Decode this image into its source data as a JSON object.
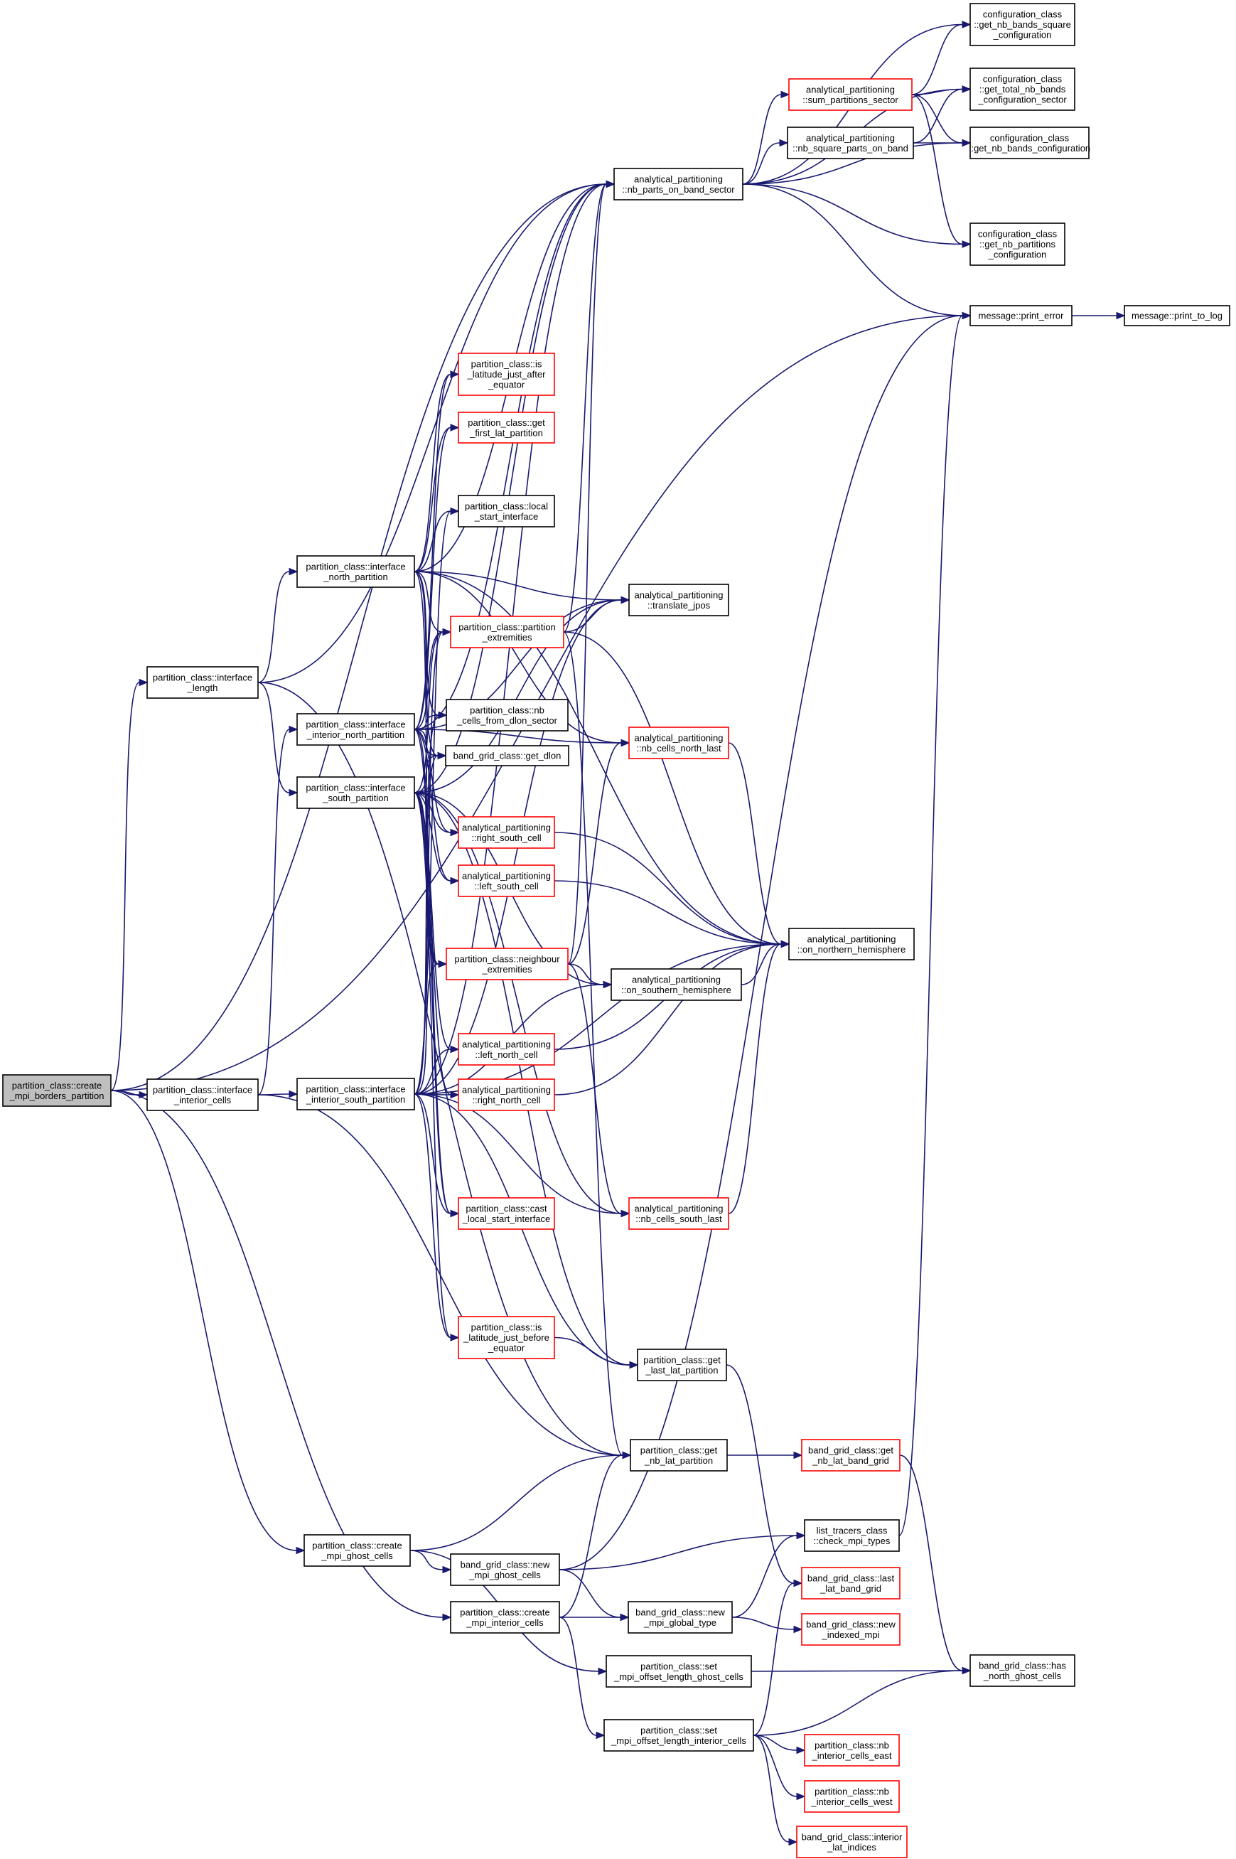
{
  "colors": {
    "edge": "#191970",
    "border_default": "#000000",
    "border_truncated": "#ff0000",
    "fill_default": "#ffffff",
    "fill_root": "#bfbfbf"
  },
  "nodes": [
    {
      "id": "create_mpi_borders_partition",
      "style": "root",
      "lines": [
        "partition_class::create",
        "_mpi_borders_partition"
      ]
    },
    {
      "id": "interface_length",
      "style": "default",
      "lines": [
        "partition_class::interface",
        "_length"
      ]
    },
    {
      "id": "interface_interior_cells",
      "style": "default",
      "lines": [
        "partition_class::interface",
        "_interior_cells"
      ]
    },
    {
      "id": "create_mpi_ghost_cells",
      "style": "default",
      "lines": [
        "partition_class::create",
        "_mpi_ghost_cells"
      ]
    },
    {
      "id": "interface_north_partition",
      "style": "default",
      "lines": [
        "partition_class::interface",
        "_north_partition"
      ]
    },
    {
      "id": "interface_interior_north_partition",
      "style": "default",
      "lines": [
        "partition_class::interface",
        "_interior_north_partition"
      ]
    },
    {
      "id": "interface_south_partition",
      "style": "default",
      "lines": [
        "partition_class::interface",
        "_south_partition"
      ]
    },
    {
      "id": "interface_interior_south_partition",
      "style": "default",
      "lines": [
        "partition_class::interface",
        "_interior_south_partition"
      ]
    },
    {
      "id": "new_mpi_ghost_cells",
      "style": "default",
      "lines": [
        "band_grid_class::new",
        "_mpi_ghost_cells"
      ]
    },
    {
      "id": "create_mpi_interior_cells",
      "style": "default",
      "lines": [
        "partition_class::create",
        "_mpi_interior_cells"
      ]
    },
    {
      "id": "is_latitude_just_after_equator",
      "style": "truncated",
      "lines": [
        "partition_class::is",
        "_latitude_just_after",
        "_equator"
      ]
    },
    {
      "id": "get_first_lat_partition",
      "style": "truncated",
      "lines": [
        "partition_class::get",
        "_first_lat_partition"
      ]
    },
    {
      "id": "local_start_interface",
      "style": "default",
      "lines": [
        "partition_class::local",
        "_start_interface"
      ]
    },
    {
      "id": "partition_extremities",
      "style": "truncated",
      "lines": [
        "partition_class::partition",
        "_extremities"
      ]
    },
    {
      "id": "nb_cells_from_dlon_sector",
      "style": "default",
      "lines": [
        "partition_class::nb",
        "_cells_from_dlon_sector"
      ]
    },
    {
      "id": "get_dlon",
      "style": "default",
      "lines": [
        "band_grid_class::get_dlon"
      ]
    },
    {
      "id": "right_south_cell",
      "style": "truncated",
      "lines": [
        "analytical_partitioning",
        "::right_south_cell"
      ]
    },
    {
      "id": "left_south_cell",
      "style": "truncated",
      "lines": [
        "analytical_partitioning",
        "::left_south_cell"
      ]
    },
    {
      "id": "neighbour_extremities",
      "style": "truncated",
      "lines": [
        "partition_class::neighbour",
        "_extremities"
      ]
    },
    {
      "id": "left_north_cell",
      "style": "truncated",
      "lines": [
        "analytical_partitioning",
        "::left_north_cell"
      ]
    },
    {
      "id": "right_north_cell",
      "style": "truncated",
      "lines": [
        "analytical_partitioning",
        "::right_north_cell"
      ]
    },
    {
      "id": "cast_local_start_interface",
      "style": "truncated",
      "lines": [
        "partition_class::cast",
        "_local_start_interface"
      ]
    },
    {
      "id": "is_latitude_just_before_equator",
      "style": "truncated",
      "lines": [
        "partition_class::is",
        "_latitude_just_before",
        "_equator"
      ]
    },
    {
      "id": "nb_parts_on_band_sector",
      "style": "default",
      "lines": [
        "analytical_partitioning",
        "::nb_parts_on_band_sector"
      ]
    },
    {
      "id": "translate_jpos",
      "style": "default",
      "lines": [
        "analytical_partitioning",
        "::translate_jpos"
      ]
    },
    {
      "id": "nb_cells_north_last",
      "style": "truncated",
      "lines": [
        "analytical_partitioning",
        "::nb_cells_north_last"
      ]
    },
    {
      "id": "on_southern_hemisphere",
      "style": "default",
      "lines": [
        "analytical_partitioning",
        "::on_southern_hemisphere"
      ]
    },
    {
      "id": "nb_cells_south_last",
      "style": "truncated",
      "lines": [
        "analytical_partitioning",
        "::nb_cells_south_last"
      ]
    },
    {
      "id": "get_last_lat_partition",
      "style": "default",
      "lines": [
        "partition_class::get",
        "_last_lat_partition"
      ]
    },
    {
      "id": "get_nb_lat_partition",
      "style": "default",
      "lines": [
        "partition_class::get",
        "_nb_lat_partition"
      ]
    },
    {
      "id": "new_mpi_global_type",
      "style": "default",
      "lines": [
        "band_grid_class::new",
        "_mpi_global_type"
      ]
    },
    {
      "id": "set_mpi_offset_length_ghost_cells",
      "style": "default",
      "lines": [
        "partition_class::set",
        "_mpi_offset_length_ghost_cells"
      ]
    },
    {
      "id": "set_mpi_offset_length_interior_cells",
      "style": "default",
      "lines": [
        "partition_class::set",
        "_mpi_offset_length_interior_cells"
      ]
    },
    {
      "id": "sum_partitions_sector",
      "style": "truncated",
      "lines": [
        "analytical_partitioning",
        "::sum_partitions_sector"
      ]
    },
    {
      "id": "nb_square_parts_on_band",
      "style": "default",
      "lines": [
        "analytical_partitioning",
        "::nb_square_parts_on_band"
      ]
    },
    {
      "id": "on_northern_hemisphere",
      "style": "default",
      "lines": [
        "analytical_partitioning",
        "::on_northern_hemisphere"
      ]
    },
    {
      "id": "get_nb_lat_band_grid",
      "style": "truncated",
      "lines": [
        "band_grid_class::get",
        "_nb_lat_band_grid"
      ]
    },
    {
      "id": "check_mpi_types",
      "style": "default",
      "lines": [
        "list_tracers_class",
        "::check_mpi_types"
      ]
    },
    {
      "id": "last_lat_band_grid",
      "style": "truncated",
      "lines": [
        "band_grid_class::last",
        "_lat_band_grid"
      ]
    },
    {
      "id": "new_indexed_mpi",
      "style": "truncated",
      "lines": [
        "band_grid_class::new",
        "_indexed_mpi"
      ]
    },
    {
      "id": "nb_interior_cells_east",
      "style": "truncated",
      "lines": [
        "partition_class::nb",
        "_interior_cells_east"
      ]
    },
    {
      "id": "nb_interior_cells_west",
      "style": "truncated",
      "lines": [
        "partition_class::nb",
        "_interior_cells_west"
      ]
    },
    {
      "id": "interior_lat_indices",
      "style": "truncated",
      "lines": [
        "band_grid_class::interior",
        "_lat_indices"
      ]
    },
    {
      "id": "get_nb_bands_square_configuration",
      "style": "default",
      "lines": [
        "configuration_class",
        "::get_nb_bands_square",
        "_configuration"
      ]
    },
    {
      "id": "get_total_nb_bands_configuration_sector",
      "style": "default",
      "lines": [
        "configuration_class",
        "::get_total_nb_bands",
        "_configuration_sector"
      ]
    },
    {
      "id": "get_nb_bands_configuration",
      "style": "default",
      "lines": [
        "configuration_class",
        "::get_nb_bands_configuration"
      ]
    },
    {
      "id": "get_nb_partitions_configuration",
      "style": "default",
      "lines": [
        "configuration_class",
        "::get_nb_partitions",
        "_configuration"
      ]
    },
    {
      "id": "print_error",
      "style": "default",
      "lines": [
        "message::print_error"
      ]
    },
    {
      "id": "print_to_log",
      "style": "default",
      "lines": [
        "message::print_to_log"
      ]
    },
    {
      "id": "has_north_ghost_cells",
      "style": "default",
      "lines": [
        "band_grid_class::has",
        "_north_ghost_cells"
      ]
    }
  ],
  "edges": [
    [
      "create_mpi_borders_partition",
      "interface_length"
    ],
    [
      "create_mpi_borders_partition",
      "interface_interior_cells"
    ],
    [
      "create_mpi_borders_partition",
      "create_mpi_ghost_cells"
    ],
    [
      "create_mpi_borders_partition",
      "create_mpi_interior_cells"
    ],
    [
      "create_mpi_borders_partition",
      "nb_parts_on_band_sector"
    ],
    [
      "create_mpi_borders_partition",
      "print_error"
    ],
    [
      "interface_length",
      "interface_north_partition"
    ],
    [
      "interface_length",
      "interface_south_partition"
    ],
    [
      "interface_length",
      "nb_parts_on_band_sector"
    ],
    [
      "interface_length",
      "get_nb_lat_partition"
    ],
    [
      "interface_interior_cells",
      "interface_interior_north_partition"
    ],
    [
      "interface_interior_cells",
      "interface_interior_south_partition"
    ],
    [
      "interface_interior_cells",
      "get_nb_lat_partition"
    ],
    [
      "interface_north_partition",
      "nb_parts_on_band_sector"
    ],
    [
      "interface_north_partition",
      "is_latitude_just_after_equator"
    ],
    [
      "interface_north_partition",
      "get_first_lat_partition"
    ],
    [
      "interface_north_partition",
      "local_start_interface"
    ],
    [
      "interface_north_partition",
      "translate_jpos"
    ],
    [
      "interface_north_partition",
      "partition_extremities"
    ],
    [
      "interface_north_partition",
      "nb_cells_from_dlon_sector"
    ],
    [
      "interface_north_partition",
      "get_dlon"
    ],
    [
      "interface_north_partition",
      "nb_cells_north_last"
    ],
    [
      "interface_north_partition",
      "neighbour_extremities"
    ],
    [
      "interface_north_partition",
      "on_northern_hemisphere"
    ],
    [
      "interface_interior_north_partition",
      "nb_parts_on_band_sector"
    ],
    [
      "interface_interior_north_partition",
      "get_first_lat_partition"
    ],
    [
      "interface_interior_north_partition",
      "is_latitude_just_after_equator"
    ],
    [
      "interface_interior_north_partition",
      "translate_jpos"
    ],
    [
      "interface_interior_north_partition",
      "partition_extremities"
    ],
    [
      "interface_interior_north_partition",
      "nb_cells_from_dlon_sector"
    ],
    [
      "interface_interior_north_partition",
      "get_dlon"
    ],
    [
      "interface_interior_north_partition",
      "nb_cells_north_last"
    ],
    [
      "interface_interior_north_partition",
      "right_south_cell"
    ],
    [
      "interface_interior_north_partition",
      "left_south_cell"
    ],
    [
      "interface_interior_north_partition",
      "neighbour_extremities"
    ],
    [
      "interface_interior_north_partition",
      "cast_local_start_interface"
    ],
    [
      "interface_south_partition",
      "nb_parts_on_band_sector"
    ],
    [
      "interface_south_partition",
      "translate_jpos"
    ],
    [
      "interface_south_partition",
      "partition_extremities"
    ],
    [
      "interface_south_partition",
      "get_dlon"
    ],
    [
      "interface_south_partition",
      "right_south_cell"
    ],
    [
      "interface_south_partition",
      "left_south_cell"
    ],
    [
      "interface_south_partition",
      "neighbour_extremities"
    ],
    [
      "interface_south_partition",
      "on_southern_hemisphere"
    ],
    [
      "interface_south_partition",
      "left_north_cell"
    ],
    [
      "interface_south_partition",
      "right_north_cell"
    ],
    [
      "interface_south_partition",
      "cast_local_start_interface"
    ],
    [
      "interface_south_partition",
      "is_latitude_just_before_equator"
    ],
    [
      "interface_south_partition",
      "get_last_lat_partition"
    ],
    [
      "interface_south_partition",
      "nb_cells_south_last"
    ],
    [
      "interface_interior_south_partition",
      "nb_parts_on_band_sector"
    ],
    [
      "interface_interior_south_partition",
      "local_start_interface"
    ],
    [
      "interface_interior_south_partition",
      "translate_jpos"
    ],
    [
      "interface_interior_south_partition",
      "partition_extremities"
    ],
    [
      "interface_interior_south_partition",
      "nb_cells_from_dlon_sector"
    ],
    [
      "interface_interior_south_partition",
      "get_dlon"
    ],
    [
      "interface_interior_south_partition",
      "neighbour_extremities"
    ],
    [
      "interface_interior_south_partition",
      "left_north_cell"
    ],
    [
      "interface_interior_south_partition",
      "right_north_cell"
    ],
    [
      "interface_interior_south_partition",
      "cast_local_start_interface"
    ],
    [
      "interface_interior_south_partition",
      "is_latitude_just_before_equator"
    ],
    [
      "interface_interior_south_partition",
      "get_last_lat_partition"
    ],
    [
      "interface_interior_south_partition",
      "nb_cells_south_last"
    ],
    [
      "interface_interior_south_partition",
      "on_southern_hemisphere"
    ],
    [
      "interface_interior_south_partition",
      "on_northern_hemisphere"
    ],
    [
      "create_mpi_ghost_cells",
      "new_mpi_ghost_cells"
    ],
    [
      "create_mpi_ghost_cells",
      "get_nb_lat_partition"
    ],
    [
      "create_mpi_ghost_cells",
      "set_mpi_offset_length_ghost_cells"
    ],
    [
      "create_mpi_interior_cells",
      "new_mpi_global_type"
    ],
    [
      "create_mpi_interior_cells",
      "get_nb_lat_partition"
    ],
    [
      "create_mpi_interior_cells",
      "set_mpi_offset_length_interior_cells"
    ],
    [
      "new_mpi_ghost_cells",
      "check_mpi_types"
    ],
    [
      "new_mpi_ghost_cells",
      "new_mpi_global_type"
    ],
    [
      "new_mpi_ghost_cells",
      "print_error"
    ],
    [
      "new_mpi_global_type",
      "check_mpi_types"
    ],
    [
      "new_mpi_global_type",
      "new_indexed_mpi"
    ],
    [
      "partition_extremities",
      "translate_jpos"
    ],
    [
      "partition_extremities",
      "nb_parts_on_band_sector"
    ],
    [
      "partition_extremities",
      "on_northern_hemisphere"
    ],
    [
      "partition_extremities",
      "get_nb_lat_partition"
    ],
    [
      "neighbour_extremities",
      "nb_parts_on_band_sector"
    ],
    [
      "neighbour_extremities",
      "on_southern_hemisphere"
    ],
    [
      "neighbour_extremities",
      "nb_cells_north_last"
    ],
    [
      "neighbour_extremities",
      "nb_cells_south_last"
    ],
    [
      "right_south_cell",
      "on_northern_hemisphere"
    ],
    [
      "left_south_cell",
      "on_northern_hemisphere"
    ],
    [
      "left_north_cell",
      "on_northern_hemisphere"
    ],
    [
      "right_north_cell",
      "on_northern_hemisphere"
    ],
    [
      "on_southern_hemisphere",
      "on_northern_hemisphere"
    ],
    [
      "nb_cells_north_last",
      "on_northern_hemisphere"
    ],
    [
      "nb_cells_south_last",
      "on_northern_hemisphere"
    ],
    [
      "is_latitude_just_before_equator",
      "get_last_lat_partition"
    ],
    [
      "get_last_lat_partition",
      "last_lat_band_grid"
    ],
    [
      "get_nb_lat_partition",
      "get_nb_lat_band_grid"
    ],
    [
      "get_nb_lat_band_grid",
      "has_north_ghost_cells"
    ],
    [
      "check_mpi_types",
      "print_error"
    ],
    [
      "set_mpi_offset_length_ghost_cells",
      "has_north_ghost_cells"
    ],
    [
      "set_mpi_offset_length_interior_cells",
      "has_north_ghost_cells"
    ],
    [
      "set_mpi_offset_length_interior_cells",
      "nb_interior_cells_east"
    ],
    [
      "set_mpi_offset_length_interior_cells",
      "nb_interior_cells_west"
    ],
    [
      "set_mpi_offset_length_interior_cells",
      "interior_lat_indices"
    ],
    [
      "set_mpi_offset_length_interior_cells",
      "last_lat_band_grid"
    ],
    [
      "nb_parts_on_band_sector",
      "sum_partitions_sector"
    ],
    [
      "nb_parts_on_band_sector",
      "nb_square_parts_on_band"
    ],
    [
      "nb_parts_on_band_sector",
      "get_nb_bands_square_configuration"
    ],
    [
      "nb_parts_on_band_sector",
      "get_total_nb_bands_configuration_sector"
    ],
    [
      "nb_parts_on_band_sector",
      "get_nb_bands_configuration"
    ],
    [
      "nb_parts_on_band_sector",
      "get_nb_partitions_configuration"
    ],
    [
      "nb_parts_on_band_sector",
      "print_error"
    ],
    [
      "sum_partitions_sector",
      "get_nb_bands_square_configuration"
    ],
    [
      "sum_partitions_sector",
      "get_total_nb_bands_configuration_sector"
    ],
    [
      "sum_partitions_sector",
      "get_nb_bands_configuration"
    ],
    [
      "sum_partitions_sector",
      "get_nb_partitions_configuration"
    ],
    [
      "nb_square_parts_on_band",
      "get_total_nb_bands_configuration_sector"
    ],
    [
      "nb_square_parts_on_band",
      "get_nb_bands_configuration"
    ],
    [
      "print_error",
      "print_to_log"
    ]
  ]
}
